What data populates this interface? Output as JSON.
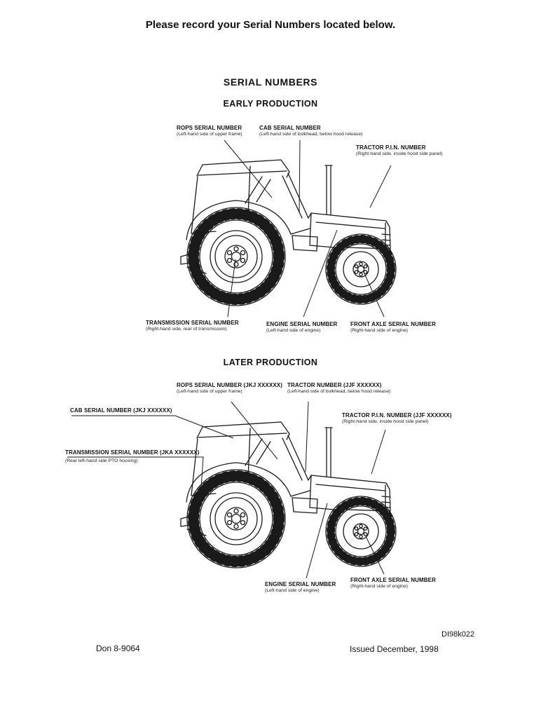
{
  "page": {
    "instruction": "Please record your Serial Numbers located below.",
    "title": "SERIAL NUMBERS",
    "footer": {
      "image_code": "DI98k022",
      "form_number": "Don 8-9064",
      "issued": "Issued December, 1998"
    }
  },
  "early": {
    "heading": "EARLY PRODUCTION",
    "labels": {
      "rops": {
        "title": "ROPS SERIAL NUMBER",
        "sub": "(Left-hand side of upper frame)"
      },
      "cab": {
        "title": "CAB SERIAL NUMBER",
        "sub": "(Left-hand side of bulkhead, below hood release)"
      },
      "pin": {
        "title": "TRACTOR P.I.N. NUMBER",
        "sub": "(Right-hand side, inside hood side panel)"
      },
      "transmission": {
        "title": "TRANSMISSION SERIAL NUMBER",
        "sub": "(Right-hand side, rear of transmission)"
      },
      "engine": {
        "title": "ENGINE SERIAL NUMBER",
        "sub": "(Left-hand side of engine)"
      },
      "front_axle": {
        "title": "FRONT AXLE SERIAL NUMBER",
        "sub": "(Right-hand side of engine)"
      }
    }
  },
  "later": {
    "heading": "LATER PRODUCTION",
    "labels": {
      "rops": {
        "title": "ROPS SERIAL NUMBER (JKJ XXXXXX)",
        "sub": "(Left-hand side of upper frame)"
      },
      "tractor_number": {
        "title": "TRACTOR NUMBER (JJF XXXXXX)",
        "sub": "(Left-hand side of bulkhead, below hood release)"
      },
      "cab": {
        "title": "CAB SERIAL NUMBER (JKJ XXXXXX)"
      },
      "pin": {
        "title": "TRACTOR P.I.N. NUMBER (JJF XXXXXX)",
        "sub": "(Right-hand side, inside hood side panel)"
      },
      "transmission": {
        "title": "TRANSMISSION SERIAL NUMBER (JKA XXXXXX)",
        "sub": "(Rear left-hand side PTO housing)"
      },
      "engine": {
        "title": "ENGINE SERIAL NUMBER",
        "sub": "(Left-hand side of engine)"
      },
      "front_axle": {
        "title": "FRONT AXLE SERIAL NUMBER",
        "sub": "(Right-hand side of engine)"
      }
    }
  }
}
